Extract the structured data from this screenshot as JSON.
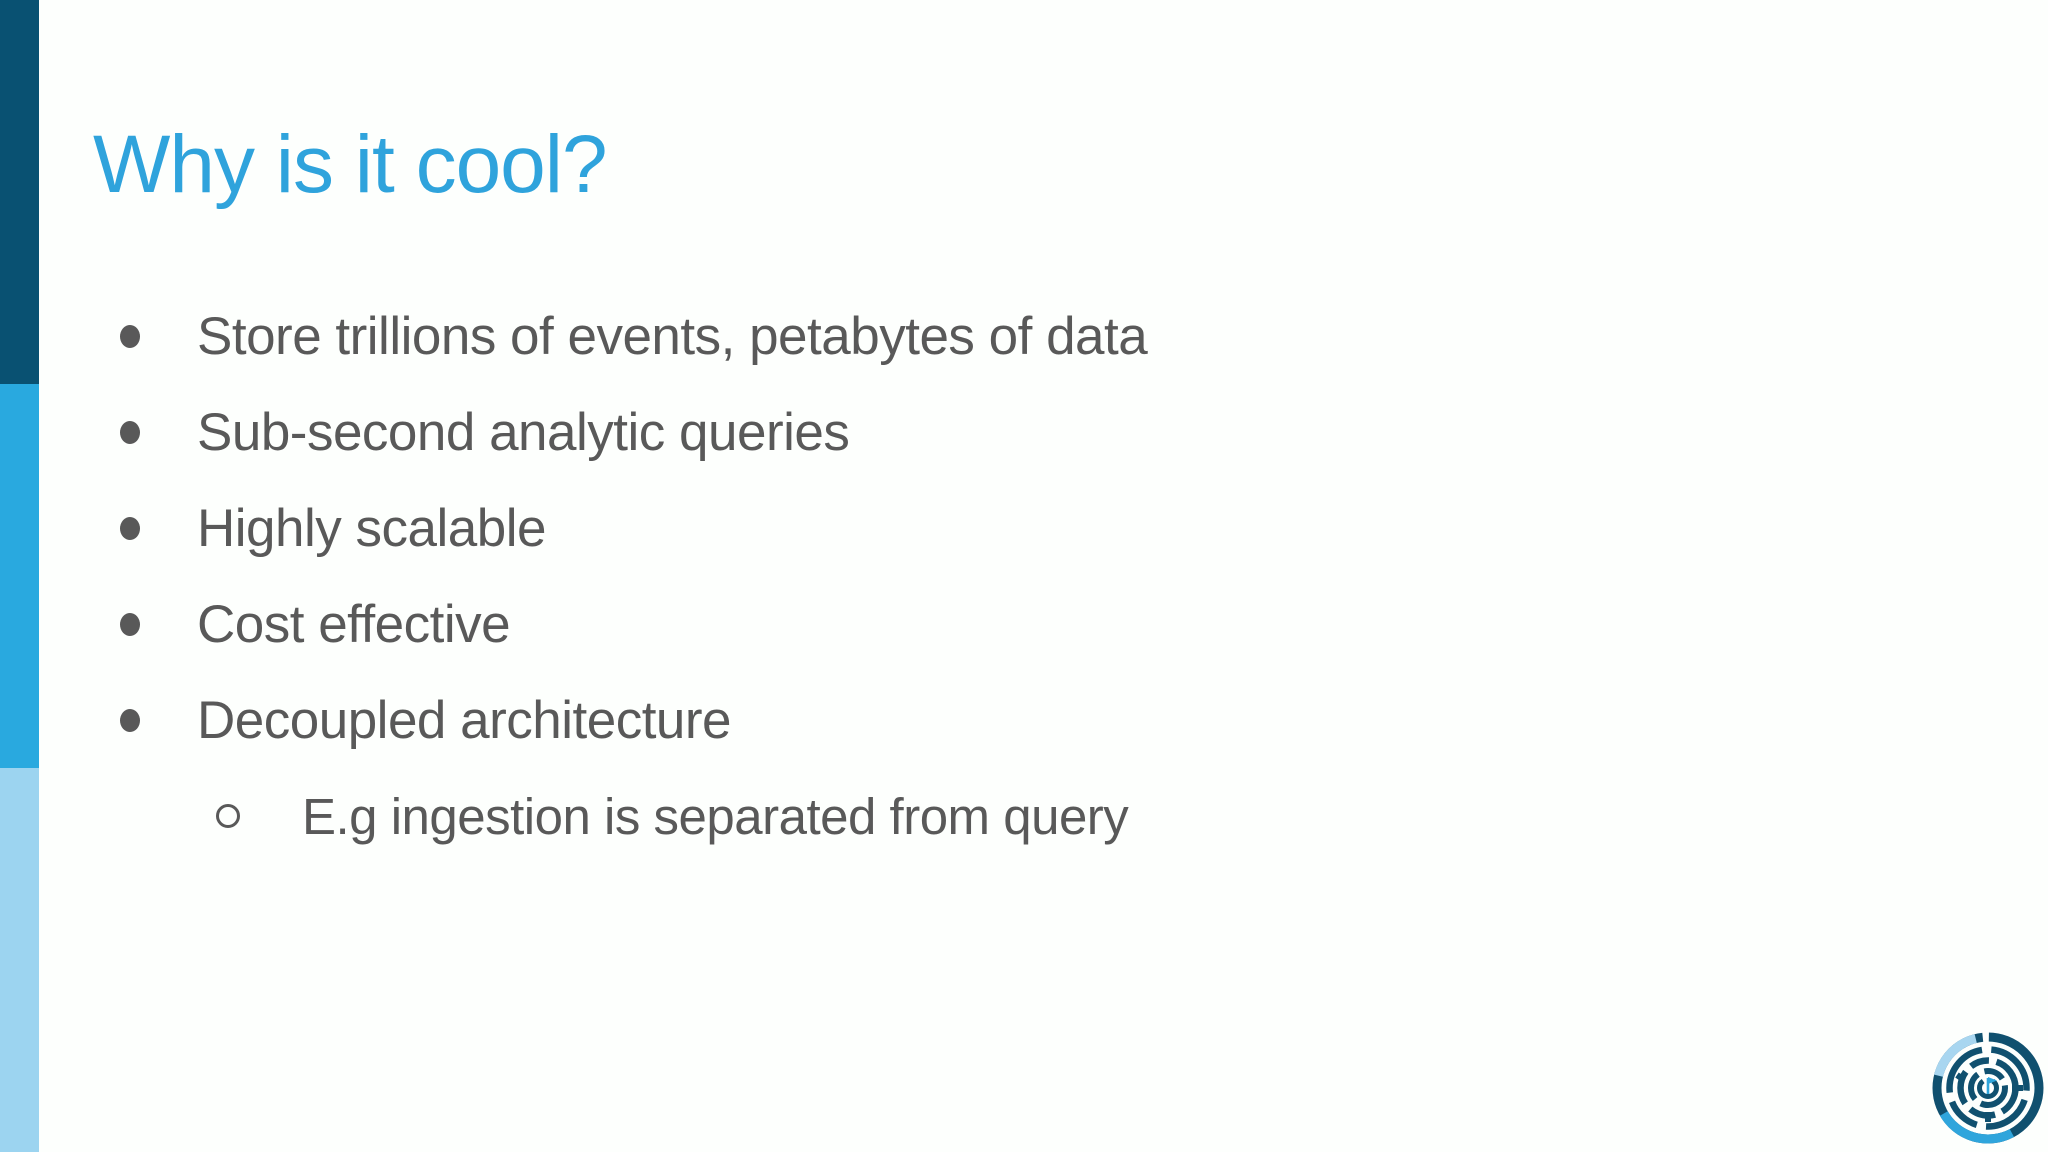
{
  "slide": {
    "title": "Why is it cool?",
    "background": "#FDFFFD"
  },
  "colors": {
    "title": "#2FA3DC",
    "text": "#595959",
    "sidebar_top": "#095172",
    "sidebar_middle": "#29A9DF",
    "sidebar_bottom": "#9CD4F0",
    "logo_dark": "#10506F",
    "logo_medium": "#2FA5DC",
    "logo_light": "#A8D6F0"
  },
  "bullets": {
    "items": [
      {
        "level": 1,
        "text": "Store trillions of events, petabytes of data"
      },
      {
        "level": 1,
        "text": "Sub-second analytic queries"
      },
      {
        "level": 1,
        "text": "Highly scalable"
      },
      {
        "level": 1,
        "text": "Cost effective"
      },
      {
        "level": 1,
        "text": "Decoupled architecture"
      },
      {
        "level": 2,
        "text": "E.g ingestion is separated from query"
      }
    ]
  },
  "logo": {
    "name": "circular maze with flag"
  }
}
